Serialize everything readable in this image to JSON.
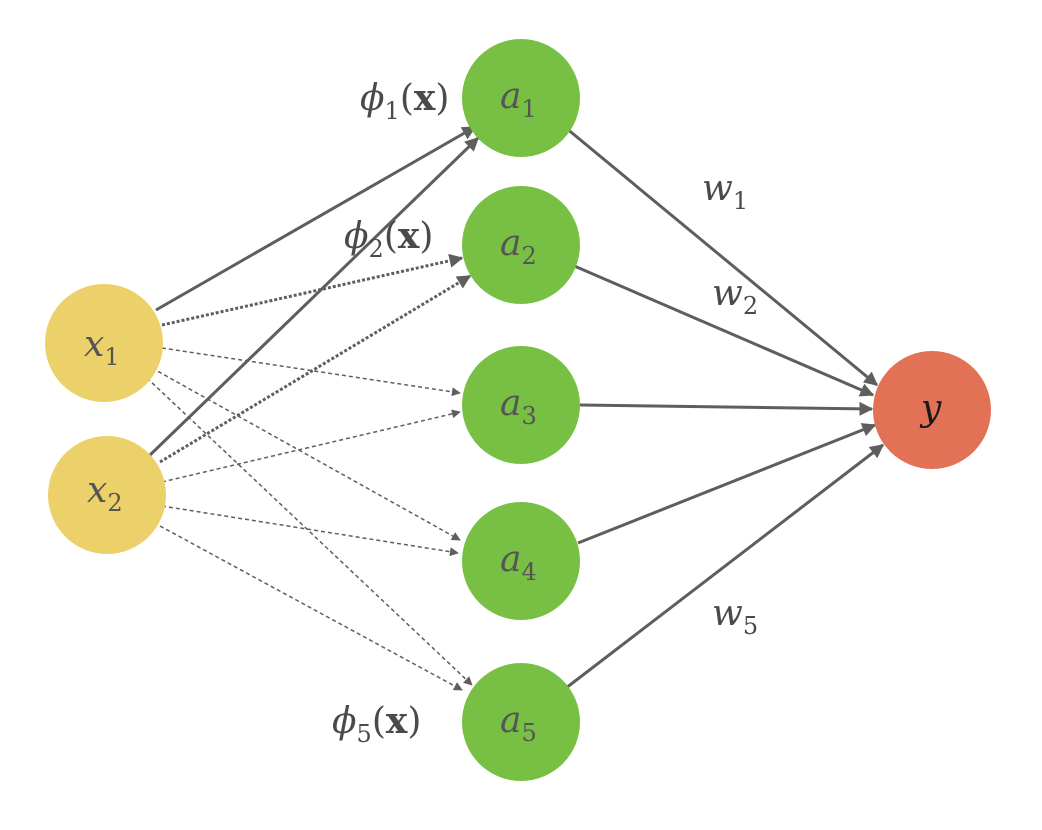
{
  "colors": {
    "input_node": "#ecd06a",
    "hidden_node": "#77c043",
    "output_node": "#e37156",
    "edge": "#5e5e5e",
    "label_text": "#4a4a4a"
  },
  "nodes": {
    "x1": {
      "main": "x",
      "sub": "1"
    },
    "x2": {
      "main": "x",
      "sub": "2"
    },
    "a1": {
      "main": "a",
      "sub": "1"
    },
    "a2": {
      "main": "a",
      "sub": "2"
    },
    "a3": {
      "main": "a",
      "sub": "3"
    },
    "a4": {
      "main": "a",
      "sub": "4"
    },
    "a5": {
      "main": "a",
      "sub": "5"
    },
    "y": {
      "main": "y"
    }
  },
  "basis_labels": {
    "phi1": {
      "symbol": "ϕ",
      "sub": "1",
      "arg": "(",
      "bold": "x",
      "close": ")"
    },
    "phi2": {
      "symbol": "ϕ",
      "sub": "2",
      "arg": "(",
      "bold": "x",
      "close": ")"
    },
    "phi5": {
      "symbol": "ϕ",
      "sub": "5",
      "arg": "(",
      "bold": "x",
      "close": ")"
    }
  },
  "weights": {
    "w1": {
      "main": "w",
      "sub": "1"
    },
    "w2": {
      "main": "w",
      "sub": "2"
    },
    "w5": {
      "main": "w",
      "sub": "5"
    }
  }
}
